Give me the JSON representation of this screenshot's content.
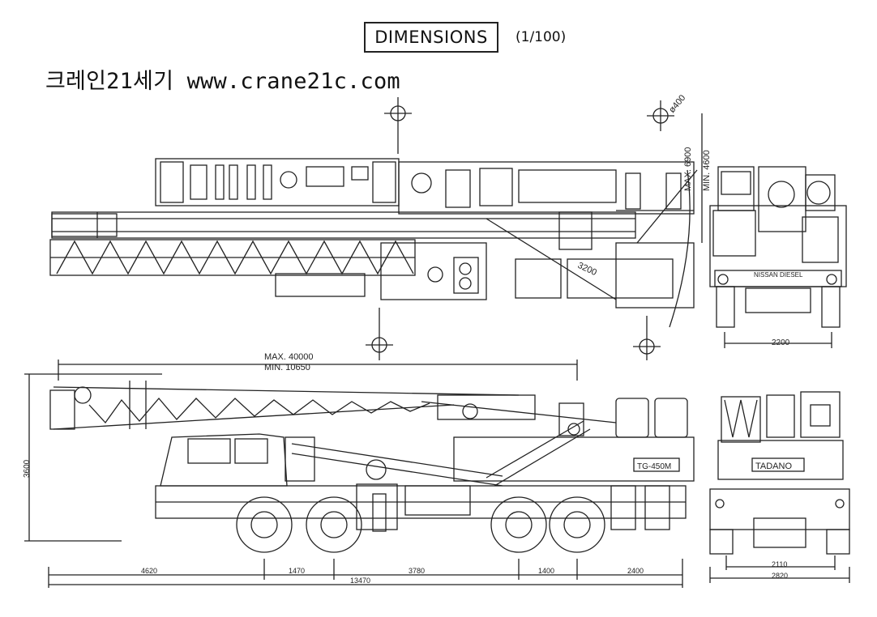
{
  "header": {
    "title": "DIMENSIONS",
    "scale": "(1/100)",
    "site": "크레인21세기 www.crane21c.com"
  },
  "plan_view": {
    "height_max": "MAX. 6900",
    "height_min": "MIN. 4600",
    "diameter": "ø400",
    "radius": "3200",
    "front_width": "2200",
    "engine_label": "NISSAN DIESEL"
  },
  "side_view": {
    "boom_max": "MAX. 40000",
    "boom_min": "MIN. 10650",
    "height": "3600",
    "model_plate": "TG-450M",
    "dims": [
      "4620",
      "1470",
      "3780",
      "1400",
      "2400"
    ],
    "total_length": "13470"
  },
  "rear_view": {
    "brand": "TADANO",
    "track": "2110",
    "width": "2820"
  }
}
